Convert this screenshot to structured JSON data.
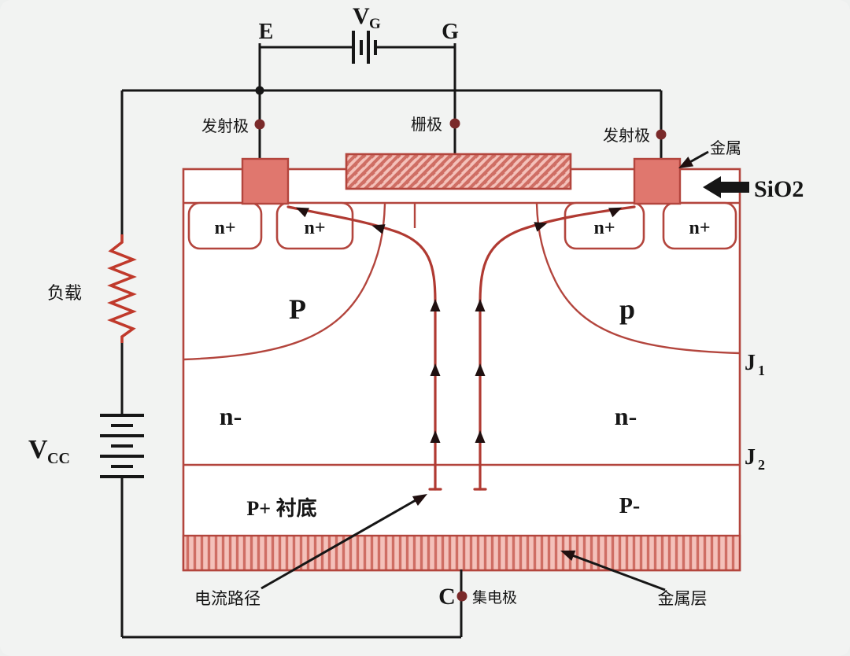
{
  "title": "IGBT 结构与电流路径示意图",
  "colors": {
    "background": "#f2f3f2",
    "device_outline": "#b3453d",
    "hatch_fill": "#f4c1ba",
    "hatch_line": "#cf6e64",
    "contact_fill": "#e0776e",
    "wire": "#161616",
    "current_path": "#b03a32",
    "resistor": "#c0392b",
    "node_dot": "#7a2a2a"
  },
  "top_circuit": {
    "vg_main": "V",
    "vg_sub": "G",
    "e_label": "E",
    "g_label": "G"
  },
  "electrodes": {
    "emitter_left": "发射极",
    "gate": "栅极",
    "emitter_right": "发射极",
    "metal": "金属",
    "sio2": "SiO2",
    "collector_terminal": "C",
    "collector": "集电极"
  },
  "regions": {
    "n_plus_1": "n+",
    "n_plus_2": "n+",
    "n_plus_3": "n+",
    "n_plus_4": "n+",
    "p_left": "P",
    "p_right": "p",
    "n_minus_left": "n-",
    "n_minus_right": "n-",
    "p_substrate": "P+ 衬底",
    "p_minus": "P-"
  },
  "junctions": {
    "j1_main": "J",
    "j1_sub": "1",
    "j2_main": "J",
    "j2_sub": "2"
  },
  "left_circuit": {
    "load": "负载",
    "vcc_main": "V",
    "vcc_sub": "CC"
  },
  "annotations": {
    "current_path": "电流路径",
    "metal_layer": "金属层"
  }
}
